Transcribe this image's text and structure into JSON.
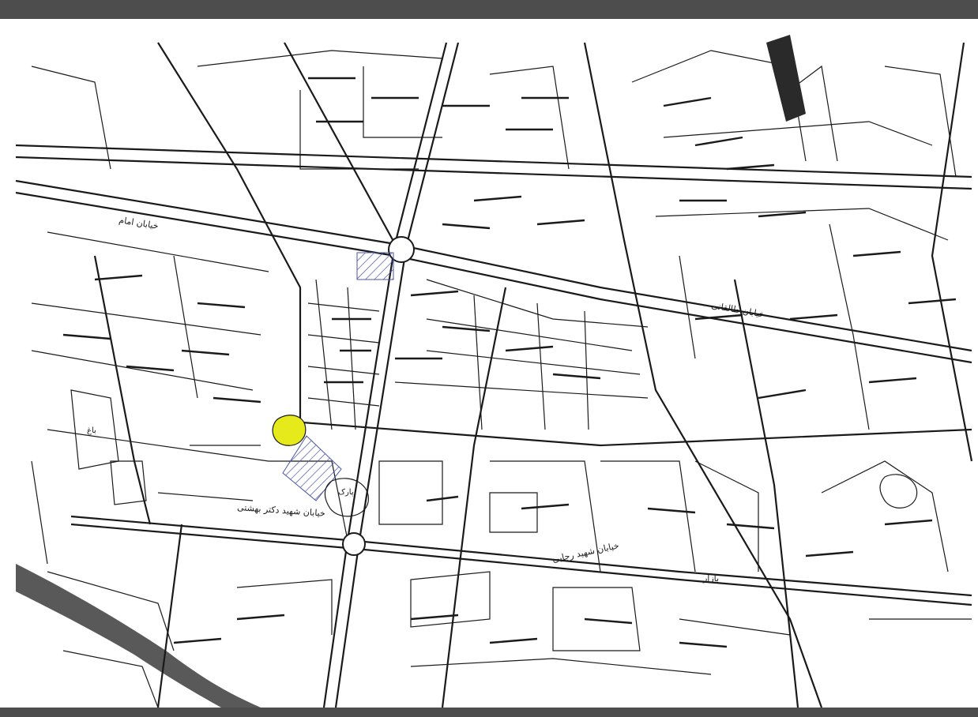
{
  "colors": {
    "frame": "#4d4d4d",
    "paper": "#ffffff",
    "ink": "#1a1a1a",
    "river": "#595959",
    "highlight_yellow": "#e6ea1a",
    "hatch_blue": "#4a55a8"
  },
  "map": {
    "street_labels": [
      "خیابان شهید دکتر بهشتی",
      "خیابان طالقانی",
      "خیابان شهید رجایی",
      "بازار",
      "خیابان امام"
    ],
    "landmark_labels": [
      "باغ",
      "پارک"
    ]
  }
}
